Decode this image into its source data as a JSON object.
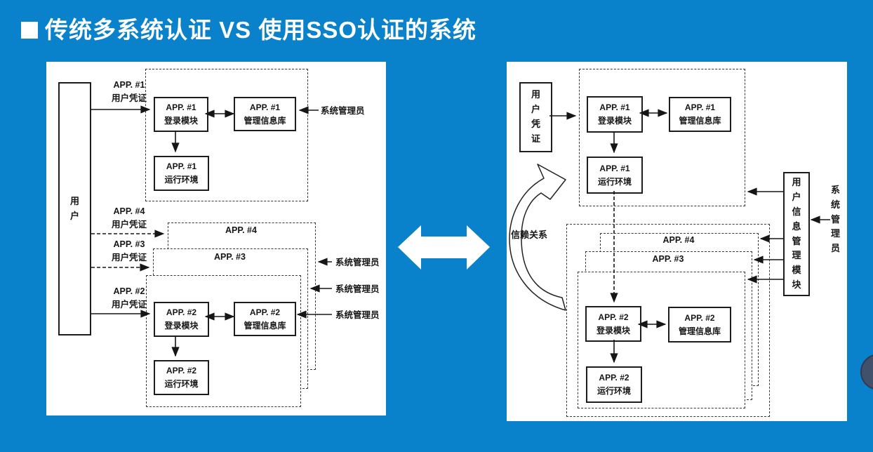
{
  "title": {
    "bullet": "■",
    "text": "传统多系统认证 VS 使用SSO认证的系统"
  },
  "colors": {
    "background": "#0982cb",
    "panel": "#ffffff",
    "ink": "#1d1d1d",
    "center_arrow": "#ffffff",
    "nav_button": "#41506b"
  },
  "left_panel": {
    "user_box": "用户",
    "credential_labels": [
      {
        "line1": "APP. #1",
        "line2": "用户凭证"
      },
      {
        "line1": "APP. #4",
        "line2": "用户凭证"
      },
      {
        "line1": "APP. #3",
        "line2": "用户凭证"
      },
      {
        "line1": "APP. #2",
        "line2": "用户凭证"
      }
    ],
    "app1_login": {
      "line1": "APP. #1",
      "line2": "登录模块"
    },
    "app1_mib": {
      "line1": "APP. #1",
      "line2": "管理信息库"
    },
    "app1_runtime": {
      "line1": "APP. #1",
      "line2": "运行环境"
    },
    "stack_app4_label": "APP. #4",
    "stack_app3_label": "APP. #3",
    "app2_login": {
      "line1": "APP. #2",
      "line2": "登录模块"
    },
    "app2_mib": {
      "line1": "APP. #2",
      "line2": "管理信息库"
    },
    "app2_runtime": {
      "line1": "APP. #2",
      "line2": "运行环境"
    },
    "admin_labels": [
      "系统管理员",
      "系统管理员",
      "系统管理员",
      "系统管理员"
    ]
  },
  "right_panel": {
    "credential_box": "用户凭证",
    "trust_label": "信赖关系",
    "app1_login": {
      "line1": "APP. #1",
      "line2": "登录模块"
    },
    "app1_mib": {
      "line1": "APP. #1",
      "line2": "管理信息库"
    },
    "app1_runtime": {
      "line1": "APP. #1",
      "line2": "运行环境"
    },
    "stack_app4_label": "APP. #4",
    "stack_app3_label": "APP. #3",
    "app2_login": {
      "line1": "APP. #2",
      "line2": "登录模块"
    },
    "app2_mib": {
      "line1": "APP. #2",
      "line2": "管理信息库"
    },
    "app2_runtime": {
      "line1": "APP. #2",
      "line2": "运行环境"
    },
    "uim_box": "用户信息管理模块",
    "admin_label": "系统管理员"
  }
}
